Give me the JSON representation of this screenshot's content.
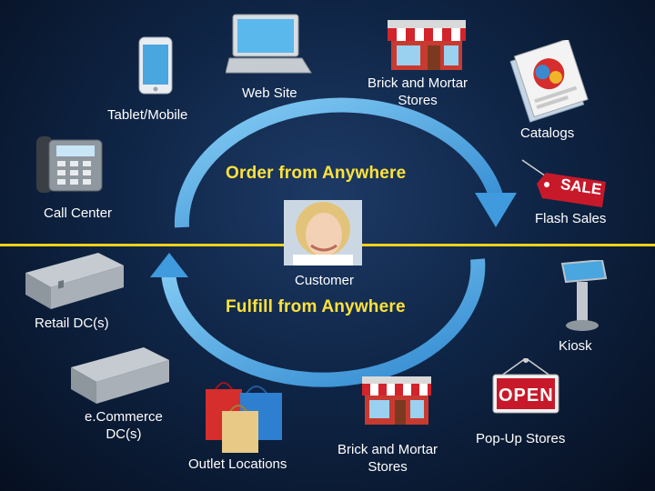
{
  "center": {
    "order_label": "Order from Anywhere",
    "fulfill_label": "Fulfill from Anywhere",
    "customer_label": "Customer"
  },
  "channels": {
    "web_site": "Web Site",
    "brick_top": "Brick and Mortar\nStores",
    "tablet": "Tablet/Mobile",
    "catalogs": "Catalogs",
    "call_center": "Call Center",
    "flash_sales": "Flash Sales",
    "retail_dc": "Retail DC(s)",
    "kiosk": "Kiosk",
    "ecommerce_dc": "e.Commerce\nDC(s)",
    "outlet": "Outlet Locations",
    "brick_bottom": "Brick and Mortar\nStores",
    "popup": "Pop-Up Stores"
  },
  "signs": {
    "sale": "SALE",
    "open": "OPEN"
  },
  "colors": {
    "accent_yellow": "#ffe23a",
    "divider": "#f2d21a",
    "arrow_blue": "#4da9e4",
    "awning_red": "#d3232b",
    "sign_red": "#c8192a"
  }
}
